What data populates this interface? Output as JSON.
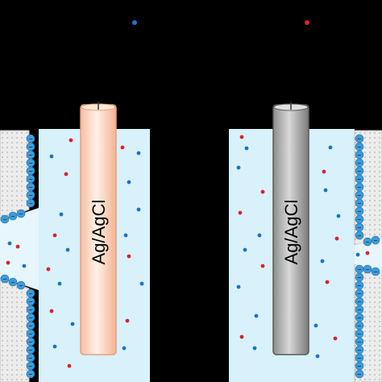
{
  "electrodes": [
    {
      "label": "Ag/AgCl",
      "side": "left",
      "fill": "#fcd9c4",
      "stroke": "#e8a07c"
    },
    {
      "label": "Ag/AgCl",
      "side": "right",
      "fill": "#a7a7a7",
      "stroke": "#5b5b5b"
    }
  ],
  "surface_charge_sign": "−",
  "colors": {
    "background": "#000000",
    "solution": "#d8f1fb",
    "membrane": "#e8e8e8",
    "membrane_dots": "#b0b0b0",
    "surface_charge": "#3f9bd8",
    "anion": "#1d72c4",
    "cation": "#d9232d"
  }
}
